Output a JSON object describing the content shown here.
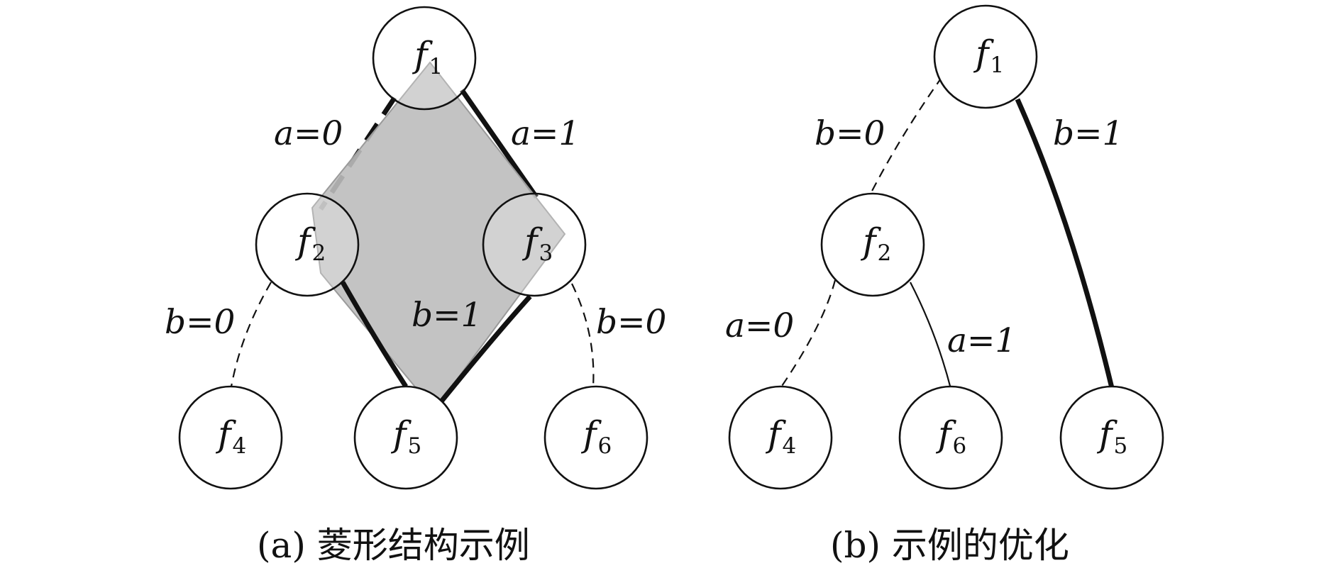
{
  "left_panel": {
    "caption": "(a) 菱形结构示例",
    "nodes": {
      "f1": {
        "name": "f",
        "index": "1"
      },
      "f2": {
        "name": "f",
        "index": "2"
      },
      "f3": {
        "name": "f",
        "index": "3"
      },
      "f4": {
        "name": "f",
        "index": "4"
      },
      "f5": {
        "name": "f",
        "index": "5"
      },
      "f6": {
        "name": "f",
        "index": "6"
      }
    },
    "edge_labels": {
      "f1_f2": "a=0",
      "f1_f3": "a=1",
      "f2_f4": "b=0",
      "diamond_bottom": "b=1",
      "f3_f6": "b=0"
    }
  },
  "right_panel": {
    "caption": "(b) 示例的优化",
    "nodes": {
      "f1": {
        "name": "f",
        "index": "1"
      },
      "f2": {
        "name": "f",
        "index": "2"
      },
      "f4": {
        "name": "f",
        "index": "4"
      },
      "f6": {
        "name": "f",
        "index": "6"
      },
      "f5": {
        "name": "f",
        "index": "5"
      }
    },
    "edge_labels": {
      "f1_f2": "b=0",
      "f1_f5": "b=1",
      "f2_f4": "a=0",
      "f2_f6": "a=1"
    }
  }
}
